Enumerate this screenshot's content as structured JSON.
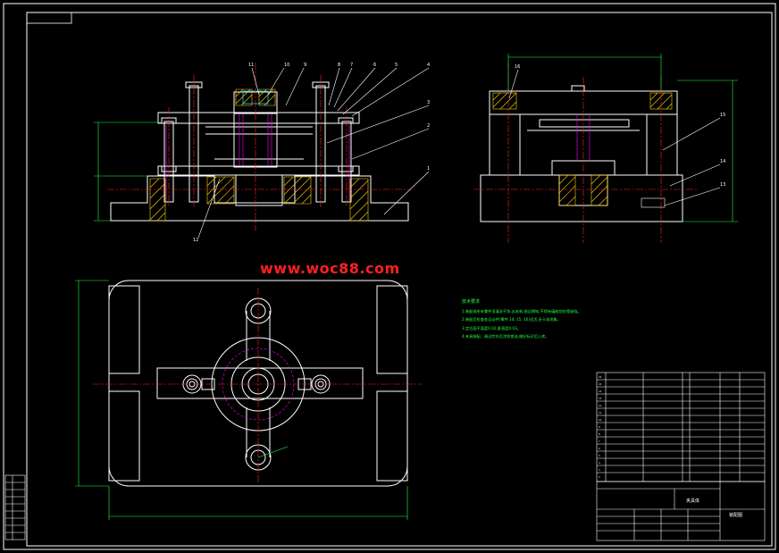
{
  "watermark": "www.woc88.com",
  "notes": {
    "title": "技术要求",
    "lines": [
      "1.装配前所有零件须清洗干净,去毛刺,锐边倒钝,不得有磕碰划伤等缺陷。",
      "2.装配后检查各运动件(零件 14, 15, 16)灵活,无卡滞现象。",
      "3.定位面平面度0.02,垂直度0.03。",
      "4.夹具装配、调试完毕后涂防锈油,做好标识后入库。"
    ]
  },
  "callouts": {
    "front": [
      "11",
      "10",
      "9",
      "8",
      "7",
      "6",
      "5",
      "4",
      "3",
      "2",
      "1",
      "12"
    ],
    "side": [
      "16",
      "15",
      "14",
      "13"
    ]
  },
  "title_block": {
    "name_cell": "夹具体",
    "drawing_title": "装配图"
  },
  "colors": {
    "outline": "#ffffff",
    "centerline": "#ff2020",
    "dimension": "#22ff44",
    "hatch": "#ffd000",
    "hidden": "#ff00ff",
    "bolt": "#ffffff"
  }
}
